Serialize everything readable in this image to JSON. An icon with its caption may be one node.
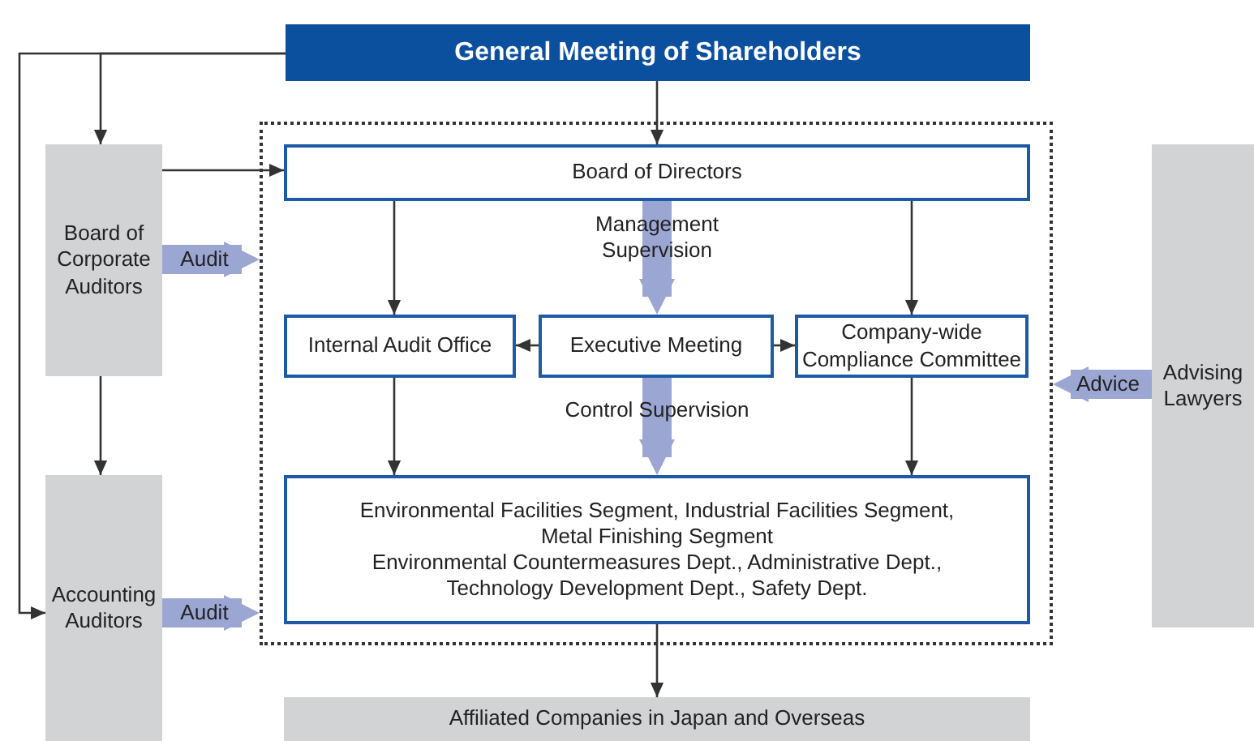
{
  "diagram": {
    "nodes": [
      {
        "text": [
          "General Meeting of Shareholders"
        ]
      },
      {
        "text": [],
        "shape": "box"
      },
      {
        "text": [
          "Board of Directors"
        ],
        "in": 1
      },
      {
        "text": [
          "Internal Audit Office"
        ],
        "in": 1
      },
      {
        "text": [
          "Executive Meeting"
        ],
        "in": 1
      },
      {
        "text": [
          "Company-wide Compliance Committee"
        ],
        "in": 1
      },
      {
        "text": [
          "Environmental Facilities Segment, Industrial Facilities Segment, Metal Finishing Segment",
          "Environmental Countermeasures Dept., Administrative Dept., Technology Development Dept., Safety Dept."
        ],
        "in": 1
      },
      {
        "text": [
          "Board of Corporate Auditors"
        ]
      },
      {
        "text": [
          "Accounting Auditors"
        ]
      },
      {
        "text": [
          "Advising Lawyers"
        ]
      },
      {
        "text": [
          "Affiliated Companies in Japan and Overseas"
        ]
      }
    ],
    "edges": [
      {
        "from": 0,
        "to": 2,
        "arrow": "to"
      },
      {
        "from": 0,
        "to": 7,
        "arrow": "to"
      },
      {
        "from": 0,
        "to": 8,
        "arrow": "to"
      },
      {
        "from": 7,
        "to": 2,
        "arrow": "to"
      },
      {
        "from": 7,
        "to": 8,
        "arrow": "to"
      },
      {
        "from": 2,
        "to": 3,
        "arrow": "to"
      },
      {
        "from": 2,
        "to": 5,
        "arrow": "to"
      },
      {
        "from": 4,
        "to": 3,
        "arrow": "to"
      },
      {
        "from": 4,
        "to": 5,
        "arrow": "to"
      },
      {
        "from": 3,
        "to": 6,
        "arrow": "to"
      },
      {
        "from": 5,
        "to": 6,
        "arrow": "to"
      },
      {
        "from": 6,
        "to": 10,
        "arrow": "to"
      },
      {
        "from": 2,
        "to": 4,
        "arrow": "to",
        "label": "Management Supervision",
        "style": "thick",
        "color": "#9ba6d3"
      },
      {
        "from": 4,
        "to": 6,
        "arrow": "to",
        "label": "Control Supervision",
        "style": "thick",
        "color": "#9ba6d3"
      },
      {
        "from": 7,
        "to": 1,
        "arrow": "to",
        "label": "Audit",
        "style": "thick",
        "color": "#9ba6d3"
      },
      {
        "from": 8,
        "to": 1,
        "arrow": "to",
        "label": "Audit",
        "style": "thick",
        "color": "#9ba6d3"
      },
      {
        "from": 9,
        "to": 1,
        "arrow": "to",
        "label": "Advice",
        "style": "thick",
        "color": "#9ba6d3"
      }
    ]
  }
}
